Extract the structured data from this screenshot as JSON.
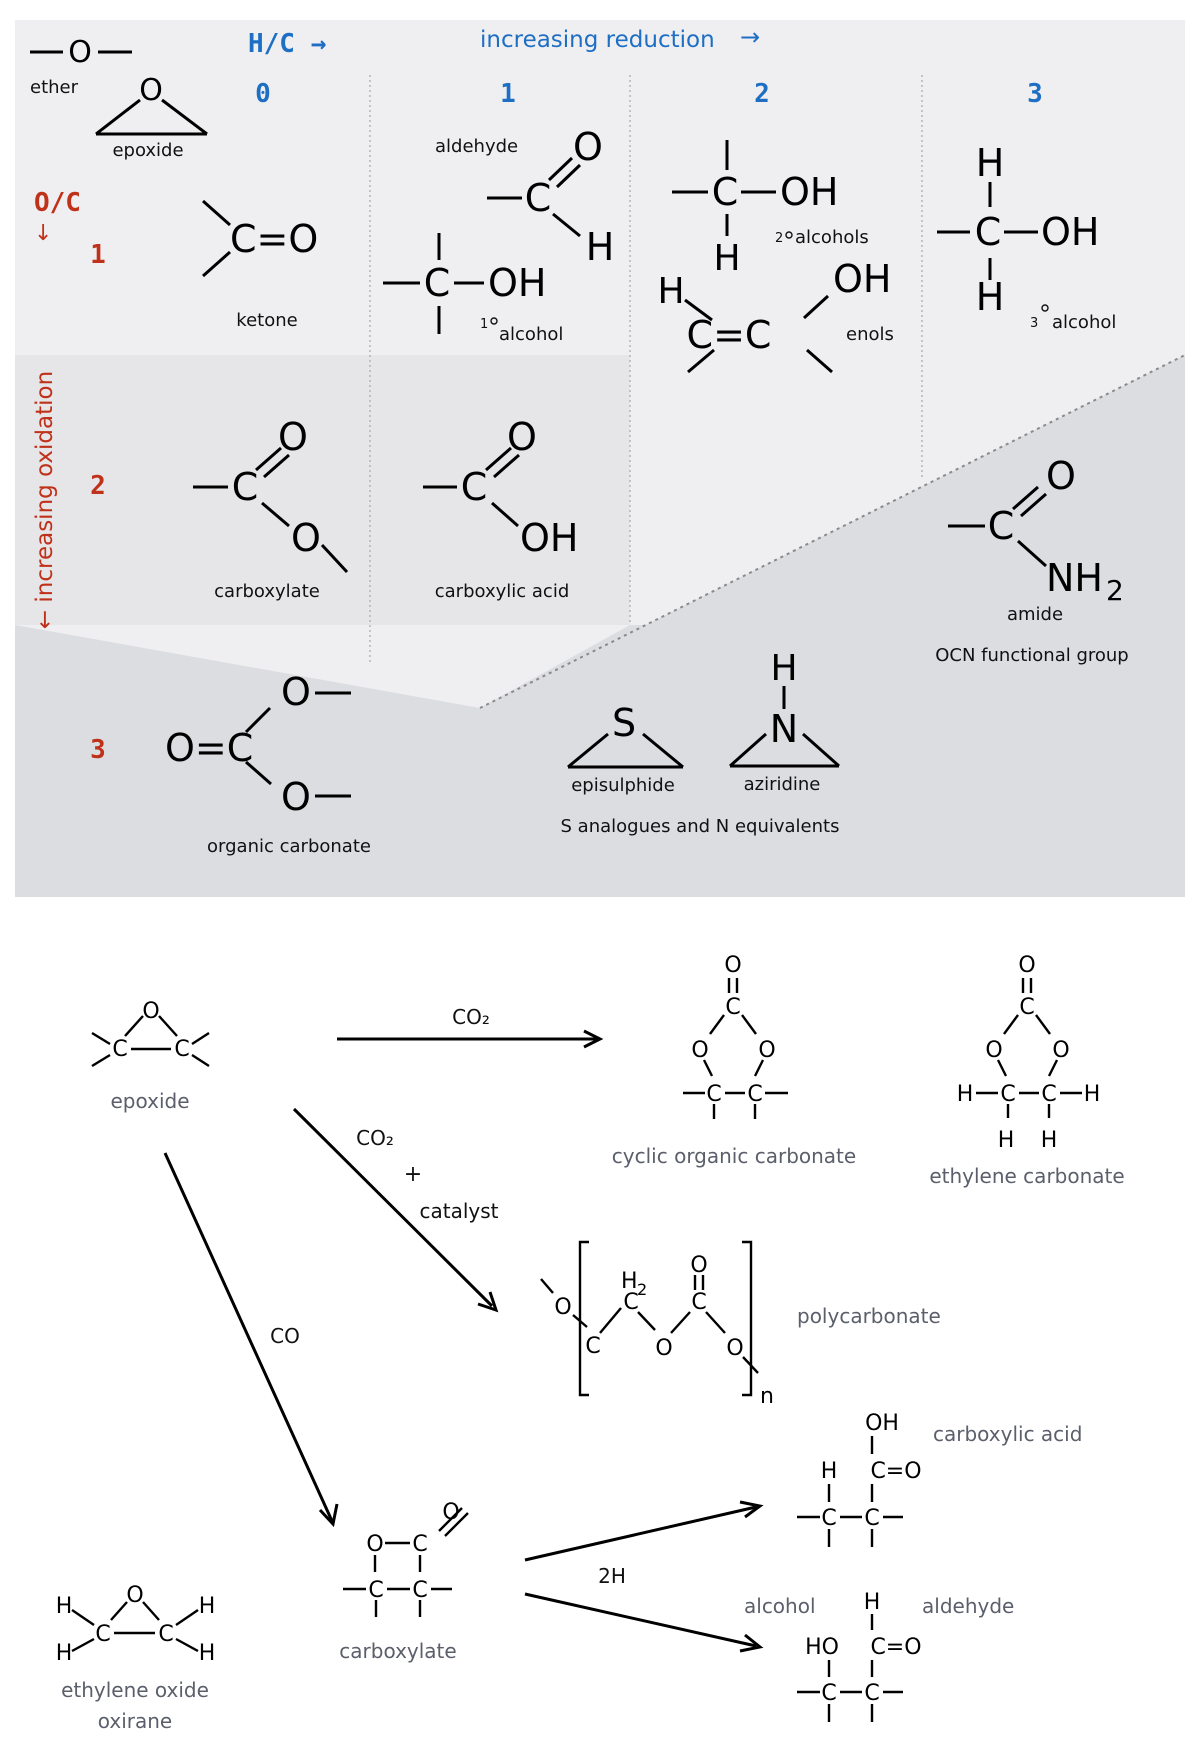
{
  "chart": {
    "hc_axis_label": "H/C →",
    "reduction_label": "increasing reduction",
    "reduction_arrow": "→",
    "oc_axis_label": "O/C",
    "oc_arrow": "↓",
    "oxidation_label": "← increasing oxidation",
    "hc_values": [
      "0",
      "1",
      "2",
      "3"
    ],
    "oc_values": [
      "1",
      "2",
      "3"
    ],
    "labels": {
      "ether": "ether",
      "epoxide": "epoxide",
      "aldehyde": "aldehyde",
      "ketone": "ketone",
      "primary_alcohol_sup": "1",
      "primary_alcohol": "alcohol",
      "secondary_alcohols_sup": "2",
      "secondary_alcohols": "alcohols",
      "enols": "enols",
      "tertiary_alcohol_sup": "3",
      "tertiary_alcohol": "alcohol",
      "carboxylate": "carboxylate",
      "carboxylic_acid": "carboxylic acid",
      "amide": "amide",
      "ocn_group": "OCN functional group",
      "organic_carbonate": "organic carbonate",
      "episulphide": "episulphide",
      "aziridine": "aziridine",
      "s_n_analogues": "S analogues and N equivalents"
    }
  },
  "reactions": {
    "epoxide": "epoxide",
    "co2": "CO₂",
    "co2_2": "CO₂",
    "plus": "+",
    "catalyst": "catalyst",
    "co": "CO",
    "two_h": "2H",
    "cyclic_carbonate": "cyclic organic carbonate",
    "ethylene_carbonate": "ethylene carbonate",
    "polycarbonate": "polycarbonate",
    "polymer_n": "n",
    "carboxylate": "carboxylate",
    "carboxylic_acid": "carboxylic acid",
    "alcohol": "alcohol",
    "aldehyde": "aldehyde",
    "ethylene_oxide": "ethylene oxide",
    "oxirane": "oxirane"
  },
  "colors": {
    "blue": "#1e6fc4",
    "red": "#c0311a",
    "panel_light": "#efeff1",
    "panel_mid": "#e6e6e9",
    "panel_dark": "#dcdde1",
    "gray_label": "#5b5f6b"
  }
}
